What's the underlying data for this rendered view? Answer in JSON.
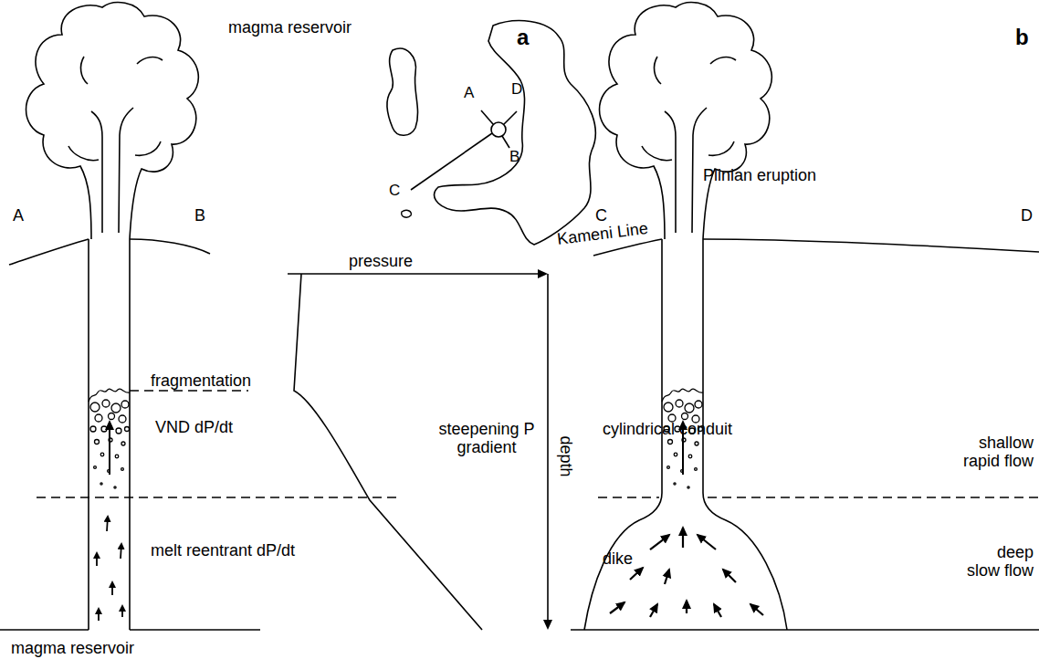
{
  "diagram": {
    "labels": [
      "a",
      "b",
      "A",
      "D",
      "C",
      "B",
      "A",
      "B",
      "Plinian eruption",
      "fragmentation",
      "VND dP/dt",
      "melt reentrant dP/dt",
      "magma reservoir",
      "pressure",
      "steepening P gradient",
      "depth",
      "C",
      "D",
      "Kameni Line",
      "cylindrical conduit",
      "shallow rapid flow",
      "dike",
      "deep slow flow",
      "magma reservoir"
    ]
  }
}
